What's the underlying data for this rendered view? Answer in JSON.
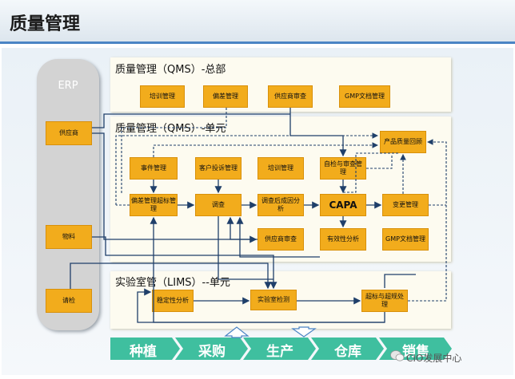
{
  "title": "质量管理",
  "erp": {
    "label": "ERP"
  },
  "erp_items": [
    "供应商",
    "物料",
    "请检"
  ],
  "panels": {
    "qms_hq": "质量管理（QMS）-总部",
    "qms_unit": "质量管理（QMS）-单元",
    "lims_unit": "实验室管（LIMS）--单元"
  },
  "hq_boxes": [
    "培训管理",
    "偏差管理",
    "供应商审查",
    "GMP文档管理"
  ],
  "unit_boxes": {
    "event": "事件管理",
    "complaint": "客户投诉管理",
    "training": "培训管理",
    "self_audit": "自检与审查管理",
    "product_review": "产品质量回顾",
    "deviation_oos": "偏差管理超标管理",
    "investigation": "调查",
    "root_cause": "调查后成因分析",
    "capa": "CAPA",
    "change": "变更管理",
    "supplier_audit": "供应商审查",
    "effectiveness": "有效性分析",
    "gmp_doc": "GMP文档管理"
  },
  "lims_boxes": {
    "stability": "稳定性分析",
    "lab_test": "实验室检测",
    "oos": "超标与超规处理"
  },
  "flow": [
    "种植",
    "采购",
    "生产",
    "仓库",
    "销售"
  ],
  "watermark": "CIO发展中心",
  "colors": {
    "box": "#f2ac1c",
    "flow": "#3fbf9f",
    "title_rule": "#4a84c4",
    "line": "#1f3f6a"
  }
}
